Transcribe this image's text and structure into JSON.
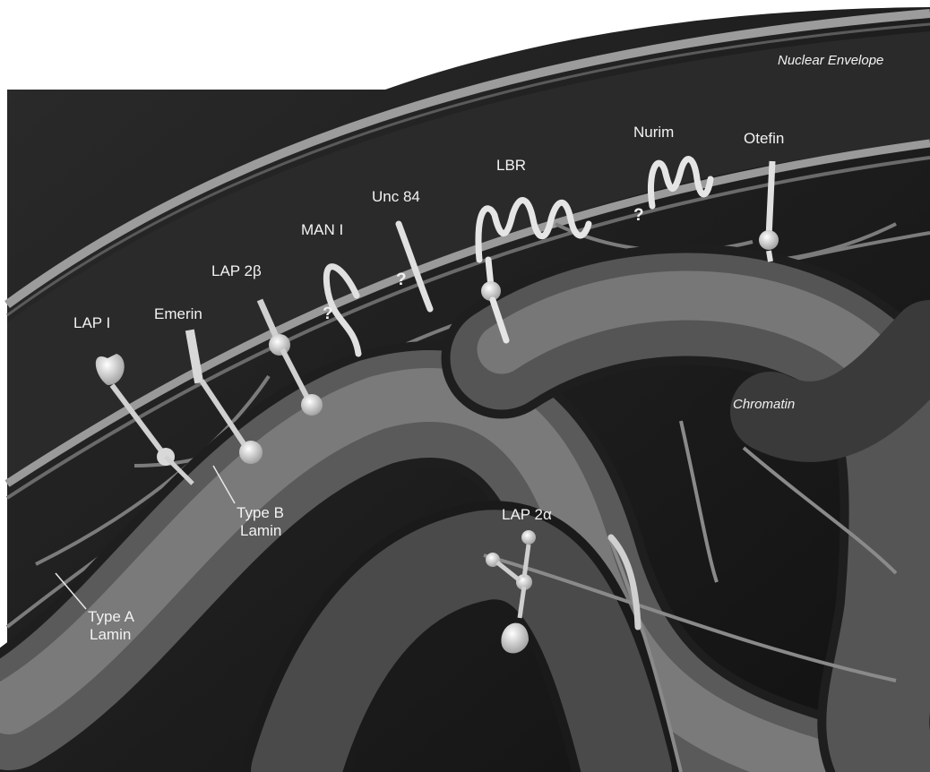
{
  "labels": {
    "nuclear_envelope": "Nuclear Envelope",
    "chromatin": "Chromatin",
    "lap1": "LAP I",
    "emerin": "Emerin",
    "lap2b": "LAP 2β",
    "man1": "MAN I",
    "unc84": "Unc 84",
    "lbr": "LBR",
    "nurim": "Nurim",
    "otefin": "Otefin",
    "lap2a": "LAP 2α",
    "type_b_lamin_1": "Type B",
    "type_b_lamin_2": "Lamin",
    "type_a_lamin_1": "Type A",
    "type_a_lamin_2": "Lamin",
    "unknown_mark": "?"
  }
}
